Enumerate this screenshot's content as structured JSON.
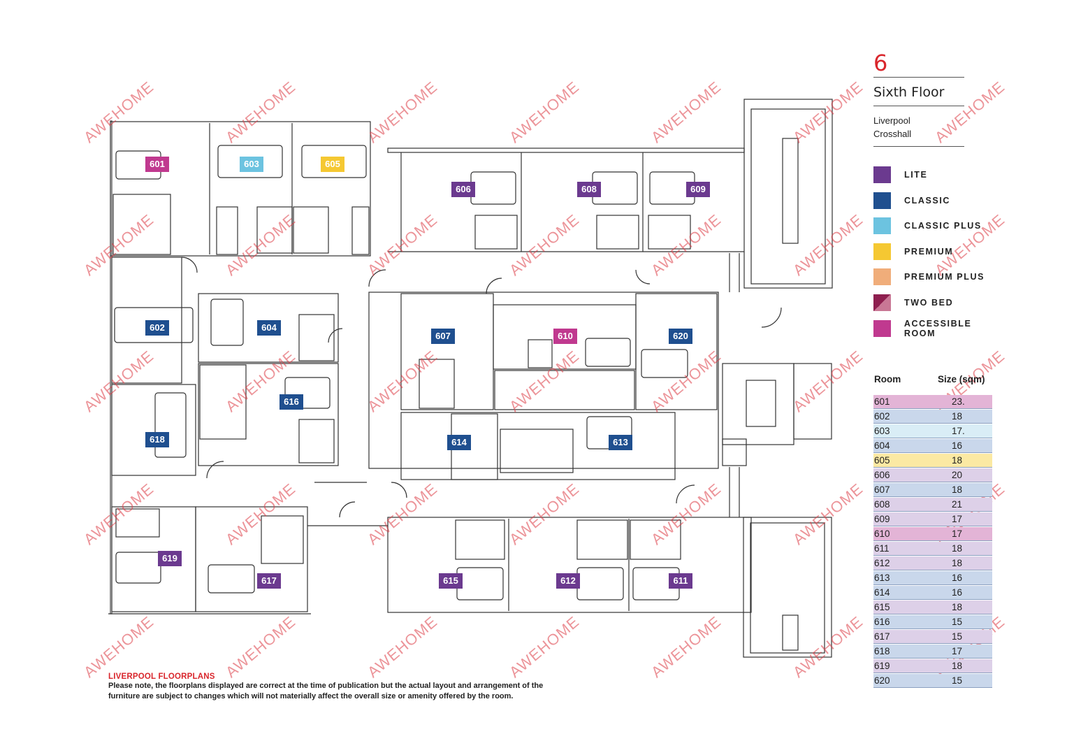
{
  "header": {
    "floor_number": "6",
    "floor_name": "Sixth Floor",
    "building_line1": "Liverpool",
    "building_line2": "Crosshall"
  },
  "watermark": "AWEHOME",
  "legend": [
    {
      "label": "LITE",
      "color": "#6b3a8f"
    },
    {
      "label": "CLASSIC",
      "color": "#1f4f8f"
    },
    {
      "label": "CLASSIC PLUS",
      "color": "#6cc3e0"
    },
    {
      "label": "PREMIUM",
      "color": "#f5c832"
    },
    {
      "label": "PREMIUM PLUS",
      "color": "#f0ad7a"
    },
    {
      "label": "TWO BED",
      "color": "#8e1f4f",
      "color2": "#c97795"
    },
    {
      "label": "ACCESSIBLE ROOM",
      "color": "#c0398f"
    }
  ],
  "table": {
    "col_room": "Room",
    "col_size": "Size (sqm)",
    "rows": [
      {
        "room": "601",
        "size": "23.",
        "color": "#e3b4d6"
      },
      {
        "room": "602",
        "size": "18",
        "color": "#c9d7eb"
      },
      {
        "room": "603",
        "size": "17.",
        "color": "#d9edf6"
      },
      {
        "room": "604",
        "size": "16",
        "color": "#c9d7eb"
      },
      {
        "room": "605",
        "size": "18",
        "color": "#fbe9a3"
      },
      {
        "room": "606",
        "size": "20",
        "color": "#ddd0e8"
      },
      {
        "room": "607",
        "size": "18",
        "color": "#c9d7eb"
      },
      {
        "room": "608",
        "size": "21",
        "color": "#ddd0e8"
      },
      {
        "room": "609",
        "size": "17",
        "color": "#ddd0e8"
      },
      {
        "room": "610",
        "size": "17",
        "color": "#e3b4d6"
      },
      {
        "room": "611",
        "size": "18",
        "color": "#ddd0e8"
      },
      {
        "room": "612",
        "size": "18",
        "color": "#ddd0e8"
      },
      {
        "room": "613",
        "size": "16",
        "color": "#c9d7eb"
      },
      {
        "room": "614",
        "size": "16",
        "color": "#c9d7eb"
      },
      {
        "room": "615",
        "size": "18",
        "color": "#ddd0e8"
      },
      {
        "room": "616",
        "size": "15",
        "color": "#c9d7eb"
      },
      {
        "room": "617",
        "size": "15",
        "color": "#ddd0e8"
      },
      {
        "room": "618",
        "size": "17",
        "color": "#c9d7eb"
      },
      {
        "room": "619",
        "size": "18",
        "color": "#ddd0e8"
      },
      {
        "room": "620",
        "size": "15",
        "color": "#c9d7eb"
      }
    ]
  },
  "rooms": [
    {
      "label": "601",
      "color": "#c0398f"
    },
    {
      "label": "603",
      "color": "#6cc3e0"
    },
    {
      "label": "605",
      "color": "#f5c832"
    },
    {
      "label": "606",
      "color": "#6b3a8f"
    },
    {
      "label": "608",
      "color": "#6b3a8f"
    },
    {
      "label": "609",
      "color": "#6b3a8f"
    },
    {
      "label": "602",
      "color": "#1f4f8f"
    },
    {
      "label": "604",
      "color": "#1f4f8f"
    },
    {
      "label": "607",
      "color": "#1f4f8f"
    },
    {
      "label": "610",
      "color": "#c0398f"
    },
    {
      "label": "620",
      "color": "#1f4f8f"
    },
    {
      "label": "616",
      "color": "#1f4f8f"
    },
    {
      "label": "618",
      "color": "#1f4f8f"
    },
    {
      "label": "614",
      "color": "#1f4f8f"
    },
    {
      "label": "613",
      "color": "#1f4f8f"
    },
    {
      "label": "619",
      "color": "#6b3a8f"
    },
    {
      "label": "617",
      "color": "#6b3a8f"
    },
    {
      "label": "615",
      "color": "#6b3a8f"
    },
    {
      "label": "612",
      "color": "#6b3a8f"
    },
    {
      "label": "611",
      "color": "#6b3a8f"
    }
  ],
  "note": {
    "title": "LIVERPOOL FLOORPLANS",
    "text": "Please note, the floorplans displayed are correct at the time of publication but the actual layout and arrangement of the furniture are subject to changes which will not materially affect the overall size or amenity offered by the room."
  }
}
